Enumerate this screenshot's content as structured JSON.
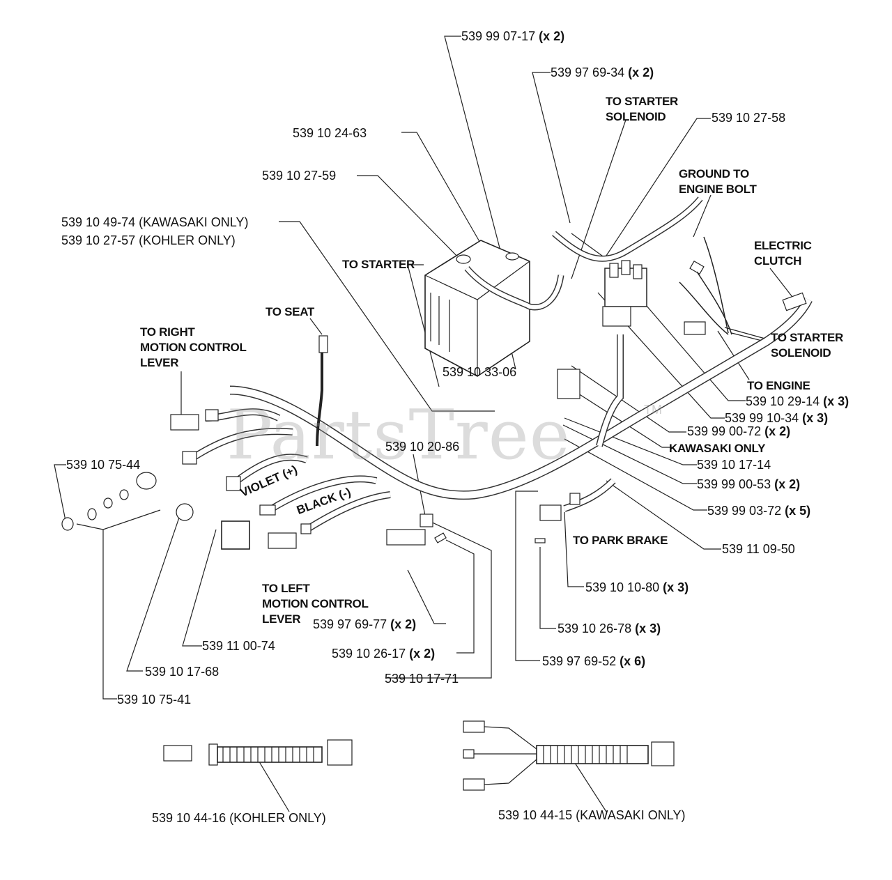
{
  "watermark": "PartsTree",
  "watermark_mark": "TM",
  "parts": {
    "p1": {
      "num": "539 99 07-17",
      "qty": "(x 2)"
    },
    "p2": {
      "num": "539 97 69-34",
      "qty": "(x 2)"
    },
    "p3": {
      "num": "539 10 27-58"
    },
    "p4": {
      "num": "539 10 24-63"
    },
    "p5": {
      "num": "539 10 27-59"
    },
    "p6": {
      "num": "539 10 49-74 (KAWASAKI ONLY)"
    },
    "p7": {
      "num": "539 10 27-57 (KOHLER ONLY)"
    },
    "p8": {
      "num": "539 10 33-06"
    },
    "p9": {
      "num": "539 10 20-86"
    },
    "p10": {
      "num": "539 10 75-44"
    },
    "p11": {
      "num": "539 10 29-14",
      "qty": "(x 3)"
    },
    "p12": {
      "num": "539 99 10-34",
      "qty": "(x 3)"
    },
    "p13": {
      "num": "539 99 00-72",
      "qty": "(x 2)"
    },
    "p14": {
      "num": "539 10 17-14"
    },
    "p15": {
      "num": "539 99 00-53",
      "qty": "(x 2)"
    },
    "p16": {
      "num": "539 99 03-72",
      "qty": "(x 5)"
    },
    "p17": {
      "num": "539 11 09-50"
    },
    "p18": {
      "num": "539 10 10-80",
      "qty": "(x 3)"
    },
    "p19": {
      "num": "539 10 26-78",
      "qty": "(x 3)"
    },
    "p20": {
      "num": "539 97 69-52",
      "qty": "(x 6)"
    },
    "p21": {
      "num": "539 97 69-77",
      "qty": "(x 2)"
    },
    "p22": {
      "num": "539 10 26-17",
      "qty": "(x 2)"
    },
    "p23": {
      "num": "539 10 17-71"
    },
    "p24": {
      "num": "539 11 00-74"
    },
    "p25": {
      "num": "539 10 17-68"
    },
    "p26": {
      "num": "539 10 75-41"
    },
    "p27": {
      "num": "539 10 44-16 (KOHLER ONLY)"
    },
    "p28": {
      "num": "539 10 44-15 (KAWASAKI ONLY)"
    }
  },
  "captions": {
    "to_starter_solenoid_top": "TO STARTER\nSOLENOID",
    "ground_to_engine_bolt": "GROUND TO\nENGINE BOLT",
    "electric_clutch": "ELECTRIC\nCLUTCH",
    "to_starter": "TO STARTER",
    "to_seat": "TO SEAT",
    "to_right_motion": "TO RIGHT\nMOTION CONTROL\nLEVER",
    "to_starter_solenoid_right": "TO STARTER\nSOLENOID",
    "to_engine": "TO ENGINE",
    "kawasaki_only": "KAWASAKI ONLY",
    "to_park_brake": "TO PARK BRAKE",
    "to_left_motion": "TO LEFT\nMOTION CONTROL\nLEVER",
    "violet": "VIOLET (+)",
    "black": "BLACK (-)"
  }
}
